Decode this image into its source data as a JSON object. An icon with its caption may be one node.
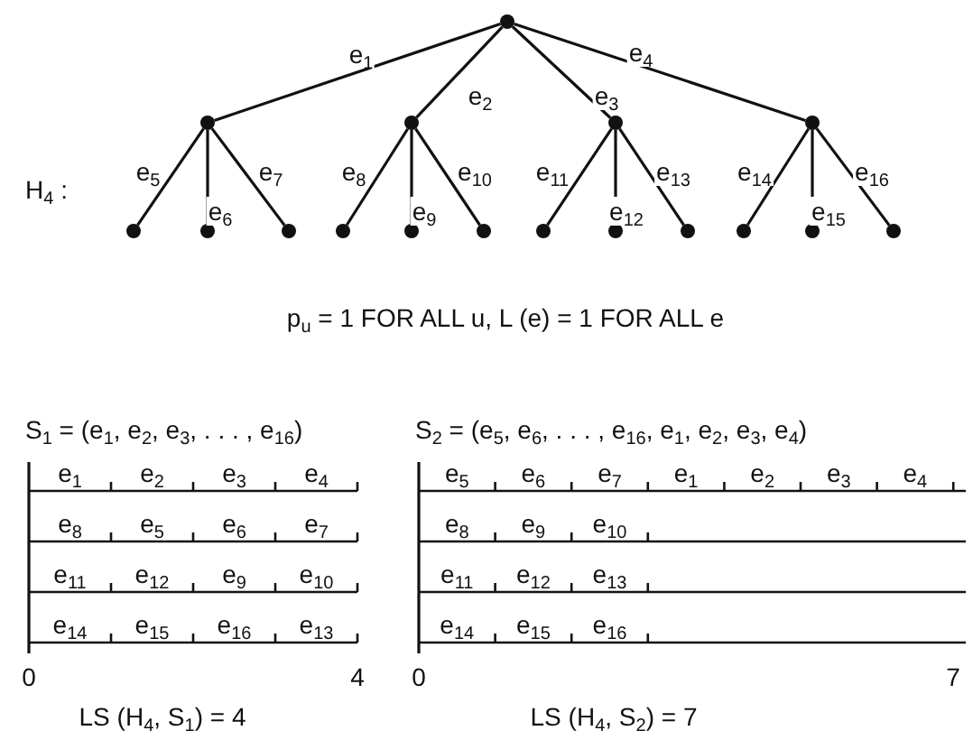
{
  "diagram": {
    "nodes": [
      {
        "text": [],
        "shape": "circle"
      },
      {
        "text": [],
        "shape": "circle"
      },
      {
        "text": [],
        "shape": "circle"
      },
      {
        "text": [],
        "shape": "circle"
      },
      {
        "text": [],
        "shape": "circle"
      },
      {
        "text": [],
        "shape": "circle"
      },
      {
        "text": [],
        "shape": "circle"
      },
      {
        "text": [],
        "shape": "circle"
      },
      {
        "text": [],
        "shape": "circle"
      },
      {
        "text": [],
        "shape": "circle"
      },
      {
        "text": [],
        "shape": "circle"
      },
      {
        "text": [],
        "shape": "circle"
      },
      {
        "text": [],
        "shape": "circle"
      },
      {
        "text": [],
        "shape": "circle"
      },
      {
        "text": [],
        "shape": "circle"
      },
      {
        "text": [],
        "shape": "circle"
      },
      {
        "text": [],
        "shape": "circle"
      }
    ],
    "edges": [
      {
        "from": 0,
        "to": 1,
        "arrow": "none",
        "label": "e$_{1}$"
      },
      {
        "from": 0,
        "to": 2,
        "arrow": "none",
        "label": "e$_{2}$"
      },
      {
        "from": 0,
        "to": 3,
        "arrow": "none",
        "label": "e$_{3}$"
      },
      {
        "from": 0,
        "to": 4,
        "arrow": "none",
        "label": "e$_{4}$"
      },
      {
        "from": 1,
        "to": 5,
        "arrow": "none",
        "label": "e$_{5}$"
      },
      {
        "from": 1,
        "to": 6,
        "arrow": "none",
        "label": "e$_{6}$"
      },
      {
        "from": 1,
        "to": 7,
        "arrow": "none",
        "label": "e$_{7}$"
      },
      {
        "from": 2,
        "to": 8,
        "arrow": "none",
        "label": "e$_{8}$"
      },
      {
        "from": 2,
        "to": 9,
        "arrow": "none",
        "label": "e$_{9}$"
      },
      {
        "from": 2,
        "to": 10,
        "arrow": "none",
        "label": "e$_{10}$"
      },
      {
        "from": 3,
        "to": 11,
        "arrow": "none",
        "label": "e$_{11}$"
      },
      {
        "from": 3,
        "to": 12,
        "arrow": "none",
        "label": "e$_{12}$"
      },
      {
        "from": 3,
        "to": 13,
        "arrow": "none",
        "label": "e$_{13}$"
      },
      {
        "from": 4,
        "to": 14,
        "arrow": "none",
        "label": "e$_{14}$"
      },
      {
        "from": 4,
        "to": 15,
        "arrow": "none",
        "label": "e$_{15}$"
      },
      {
        "from": 4,
        "to": 16,
        "arrow": "none",
        "label": "e$_{16}$"
      }
    ],
    "labels": [
      "H$_{4}$ :",
      "p$_{u}$ = 1 FOR ALL u, L (e) = 1 FOR ALL e",
      "S$_{1}$ = (e$_{1}$, e$_{2}$, e$_{3}$, . . . , e$_{16}$)",
      "e$_{1}$",
      "e$_{2}$",
      "e$_{3}$",
      "e$_{4}$",
      "e$_{8}$",
      "e$_{5}$",
      "e$_{6}$",
      "e$_{7}$",
      "e$_{11}$",
      "e$_{12}$",
      "e$_{9}$",
      "e$_{10}$",
      "e$_{14}$",
      "e$_{15}$",
      "e$_{16}$",
      "e$_{13}$",
      "0",
      "4",
      "LS (H$_{4}$, S$_{1}$) = 4",
      "S$_{2}$ = (e$_{5}$, e$_{6}$, . . . , e$_{16}$, e$_{1}$, e$_{2}$, e$_{3}$, e$_{4}$)",
      "e$_{5}$",
      "e$_{6}$",
      "e$_{7}$",
      "e$_{1}$",
      "e$_{2}$",
      "e$_{3}$",
      "e$_{4}$",
      "e$_{8}$",
      "e$_{9}$",
      "e$_{10}$",
      "e$_{11}$",
      "e$_{12}$",
      "e$_{13}$",
      "e$_{14}$",
      "e$_{15}$",
      "e$_{16}$",
      "0",
      "7",
      "LS (H$_{4}$, S$_{2}$) = 7"
    ]
  }
}
